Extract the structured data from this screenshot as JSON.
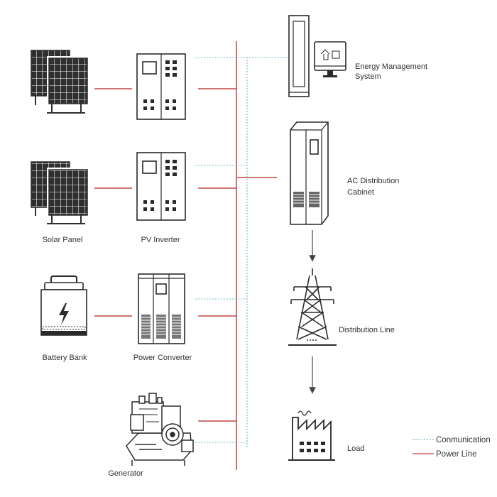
{
  "labels": {
    "solar_panel": "Solar Panel",
    "pv_inverter": "PV Inverter",
    "battery_bank": "Battery Bank",
    "power_converter": "Power Converter",
    "generator": "Generator",
    "ems_line1": "Energy Management",
    "ems_line2": "System",
    "ac_line1": "AC Distribution",
    "ac_line2": "Cabinet",
    "distribution_line": "Distribution Line",
    "load": "Load"
  },
  "legend": {
    "communication": "Conmunication",
    "power_line": "Power Line"
  },
  "colors": {
    "power_line": "#c9605e",
    "communication_line": "#8cc9d4",
    "equipment_stroke": "#2a2a2a",
    "background": "#ffffff"
  }
}
